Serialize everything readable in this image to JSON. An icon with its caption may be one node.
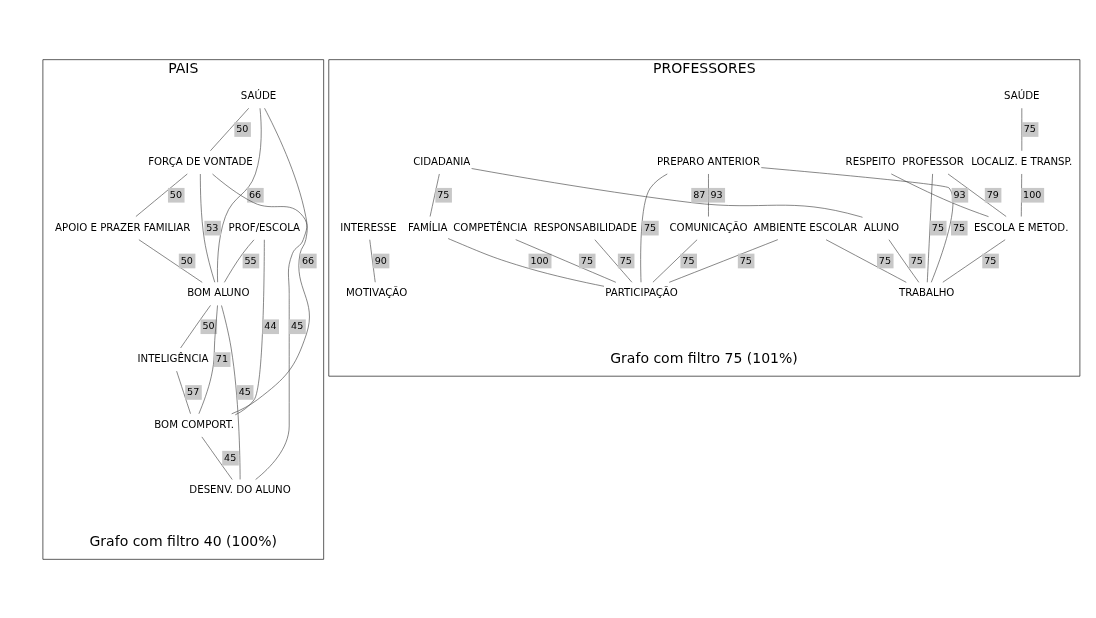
{
  "diagram": {
    "nodes": [
      {
        "text": [
          "PAIS"
        ],
        "beside": [
          "Grafo com filtro 40 (100%)"
        ]
      },
      {
        "text": [
          "SAÚDE"
        ],
        "in": 0
      },
      {
        "text": [
          "FORÇA DE VONTADE"
        ],
        "in": 0
      },
      {
        "text": [
          "APOIO E PRAZER FAMILIAR"
        ],
        "in": 0
      },
      {
        "text": [
          "PROF/ESCOLA"
        ],
        "in": 0
      },
      {
        "text": [
          "BOM ALUNO"
        ],
        "in": 0
      },
      {
        "text": [
          "INTELIGÊNCIA"
        ],
        "in": 0
      },
      {
        "text": [
          "BOM COMPORT."
        ],
        "in": 0
      },
      {
        "text": [
          "DESENV. DO ALUNO"
        ],
        "in": 0
      },
      {
        "text": [
          "PROFESSORES"
        ],
        "beside": [
          "Grafo com filtro 75 (101%)"
        ]
      },
      {
        "text": [
          "CIDADANIA"
        ],
        "in": 9
      },
      {
        "text": [
          "INTERESSE"
        ],
        "in": 9
      },
      {
        "text": [
          "FAMÍLIA"
        ],
        "in": 9
      },
      {
        "text": [
          "ALUNO"
        ],
        "in": 9
      },
      {
        "text": [
          "PREPARO ANTERIOR"
        ],
        "in": 9
      },
      {
        "text": [
          "SAÚDE"
        ],
        "in": 9
      },
      {
        "text": [
          "MOTIVAÇÃO"
        ],
        "in": 9
      },
      {
        "text": [
          "LOCALIZ. E TRANSP."
        ],
        "in": 9
      },
      {
        "text": [
          "PROFESSOR"
        ],
        "in": 9
      },
      {
        "text": [
          "RESPEITO"
        ],
        "in": 9
      },
      {
        "text": [
          "COMUNICAÇÃO"
        ],
        "in": 9
      },
      {
        "text": [
          "RESPONSABILIDADE"
        ],
        "in": 9
      },
      {
        "text": [
          "COMPETÊNCIA"
        ],
        "in": 9
      },
      {
        "text": [
          "AMBIENTE ESCOLAR"
        ],
        "in": 9
      },
      {
        "text": [
          "ESCOLA E METOD."
        ],
        "in": 9
      },
      {
        "text": [
          "PARTICIPAÇÃO"
        ],
        "in": 9
      },
      {
        "text": [
          "TRABALHO"
        ],
        "in": 9
      }
    ],
    "edges": [
      {
        "from": 1,
        "to": 2,
        "arrow": "none",
        "label": "50"
      },
      {
        "from": 2,
        "to": 3,
        "arrow": "none",
        "label": "50"
      },
      {
        "from": 1,
        "to": 5,
        "arrow": "none",
        "label": "66"
      },
      {
        "from": 2,
        "to": 5,
        "arrow": "none",
        "label": "53"
      },
      {
        "from": 3,
        "to": 5,
        "arrow": "none",
        "label": "50"
      },
      {
        "from": 1,
        "to": 7,
        "arrow": "none",
        "label": "66"
      },
      {
        "from": 2,
        "to": 8,
        "arrow": "none",
        "label": "45"
      },
      {
        "from": 4,
        "to": 5,
        "arrow": "none",
        "label": "55"
      },
      {
        "from": 4,
        "to": 7,
        "arrow": "none",
        "label": "44"
      },
      {
        "from": 5,
        "to": 7,
        "arrow": "none",
        "label": "71"
      },
      {
        "from": 5,
        "to": 6,
        "arrow": "none",
        "label": "50"
      },
      {
        "from": 5,
        "to": 8,
        "arrow": "none",
        "label": "45"
      },
      {
        "from": 6,
        "to": 7,
        "arrow": "none",
        "label": "57"
      },
      {
        "from": 7,
        "to": 8,
        "arrow": "none",
        "label": "45"
      },
      {
        "from": 10,
        "to": 12,
        "arrow": "none",
        "label": "75"
      },
      {
        "from": 10,
        "to": 13,
        "arrow": "none",
        "label": "87"
      },
      {
        "from": 11,
        "to": 16,
        "arrow": "none",
        "label": "90"
      },
      {
        "from": 12,
        "to": 25,
        "arrow": "none",
        "label": "100"
      },
      {
        "from": 13,
        "to": 26,
        "arrow": "none",
        "label": "75"
      },
      {
        "from": 14,
        "to": 20,
        "arrow": "none",
        "label": "93"
      },
      {
        "from": 14,
        "to": 25,
        "arrow": "none",
        "label": "75"
      },
      {
        "from": 14,
        "to": 26,
        "arrow": "none",
        "label": "75"
      },
      {
        "from": 15,
        "to": 17,
        "arrow": "none",
        "label": "75"
      },
      {
        "from": 17,
        "to": 24,
        "arrow": "none",
        "label": "100"
      },
      {
        "from": 19,
        "to": 24,
        "arrow": "none",
        "label": "93"
      },
      {
        "from": 18,
        "to": 24,
        "arrow": "none",
        "label": "79"
      },
      {
        "from": 18,
        "to": 26,
        "arrow": "none",
        "label": "75"
      },
      {
        "from": 20,
        "to": 25,
        "arrow": "none",
        "label": "75"
      },
      {
        "from": 21,
        "to": 25,
        "arrow": "none",
        "label": "75"
      },
      {
        "from": 22,
        "to": 25,
        "arrow": "none",
        "label": "75"
      },
      {
        "from": 23,
        "to": 25,
        "arrow": "none",
        "label": "75"
      },
      {
        "from": 23,
        "to": 26,
        "arrow": "none",
        "label": "75"
      },
      {
        "from": 24,
        "to": 26,
        "arrow": "none",
        "label": "75"
      }
    ]
  }
}
